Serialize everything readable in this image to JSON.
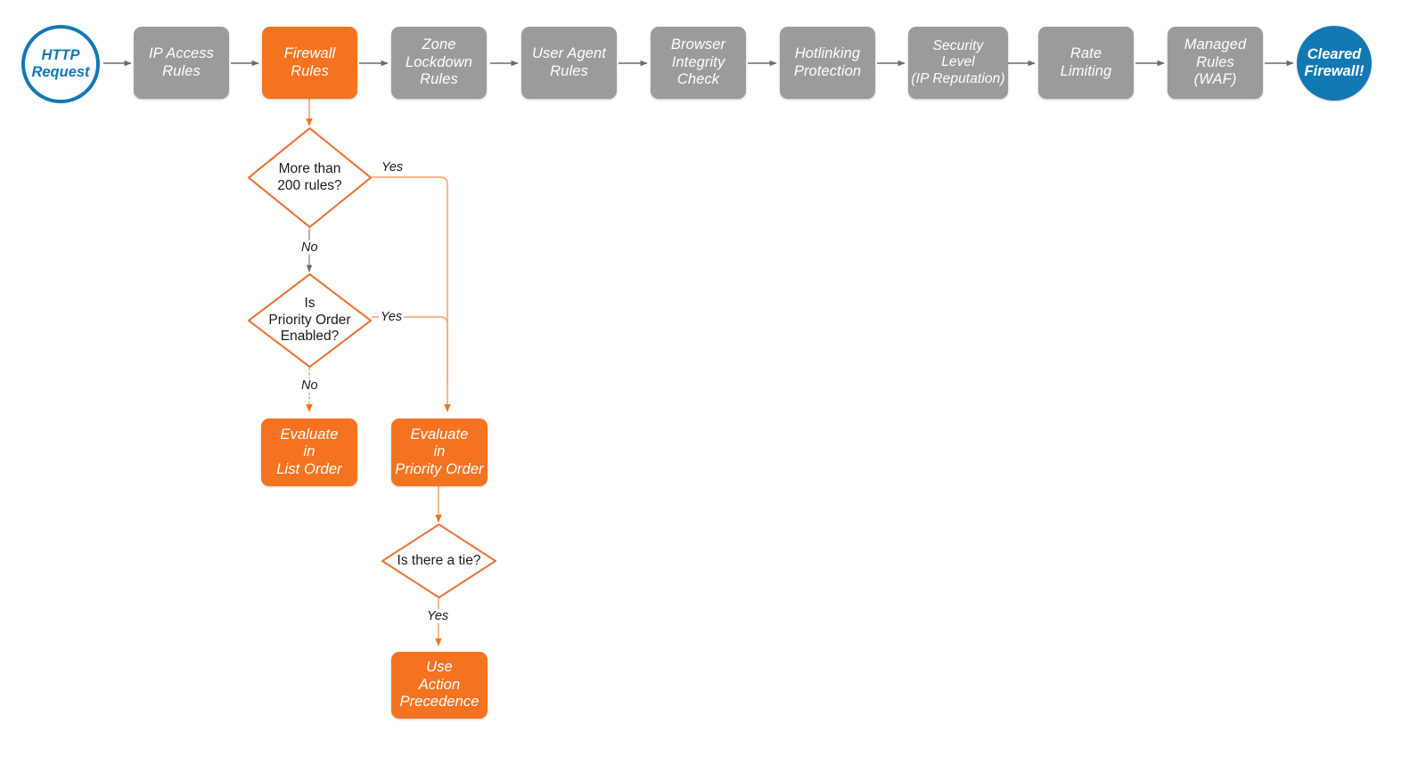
{
  "diagram": {
    "title": "Cloudflare Firewall Rules evaluation order flowchart",
    "colors": {
      "gray_process": "#9b9b9b",
      "orange_process": "#f47321",
      "orange_stroke": "#e8763a",
      "orange_light_stroke": "#f9a97e",
      "blue_accent": "#1278b4",
      "gray_arrow": "#666666",
      "text_dark": "#1a1a1a",
      "background": "#ffffff"
    },
    "pipeline": [
      {
        "id": "http-request",
        "label": "HTTP\nRequest",
        "shape": "circle-hollow",
        "color": "#1278b4"
      },
      {
        "id": "ip-access-rules",
        "label": "IP Access\nRules",
        "shape": "process",
        "color": "#9b9b9b"
      },
      {
        "id": "firewall-rules",
        "label": "Firewall\nRules",
        "shape": "process",
        "color": "#f47321"
      },
      {
        "id": "zone-lockdown-rules",
        "label": "Zone\nLockdown\nRules",
        "shape": "process",
        "color": "#9b9b9b"
      },
      {
        "id": "user-agent-rules",
        "label": "User Agent\nRules",
        "shape": "process",
        "color": "#9b9b9b"
      },
      {
        "id": "browser-integrity",
        "label": "Browser\nIntegrity\nCheck",
        "shape": "process",
        "color": "#9b9b9b"
      },
      {
        "id": "hotlinking",
        "label": "Hotlinking\nProtection",
        "shape": "process",
        "color": "#9b9b9b"
      },
      {
        "id": "security-level",
        "label": "Security\nLevel\n(IP Reputation)",
        "shape": "process",
        "color": "#9b9b9b"
      },
      {
        "id": "rate-limiting",
        "label": "Rate\nLimiting",
        "shape": "process",
        "color": "#9b9b9b"
      },
      {
        "id": "managed-rules",
        "label": "Managed\nRules\n(WAF)",
        "shape": "process",
        "color": "#9b9b9b"
      },
      {
        "id": "cleared-firewall",
        "label": "Cleared\nFirewall!",
        "shape": "circle-filled",
        "color": "#1278b4"
      }
    ],
    "decisions": [
      {
        "id": "more-than-200-rules",
        "label": "More than\n200 rules?"
      },
      {
        "id": "priority-order-enabled",
        "label": "Is\nPriority Order\nEnabled?"
      },
      {
        "id": "is-there-a-tie",
        "label": "Is there a tie?"
      }
    ],
    "outcomes": [
      {
        "id": "evaluate-list-order",
        "label": "Evaluate\nin\nList Order"
      },
      {
        "id": "evaluate-priority-order",
        "label": "Evaluate\nin\nPriority Order"
      },
      {
        "id": "use-action-precedence",
        "label": "Use\nAction\nPrecedence"
      }
    ],
    "edge_labels": [
      {
        "id": "yes-more-than-200",
        "text": "Yes"
      },
      {
        "id": "no-more-than-200",
        "text": "No"
      },
      {
        "id": "yes-priority-order",
        "text": "Yes"
      },
      {
        "id": "no-priority-order",
        "text": "No"
      },
      {
        "id": "yes-tie",
        "text": "Yes"
      }
    ]
  }
}
